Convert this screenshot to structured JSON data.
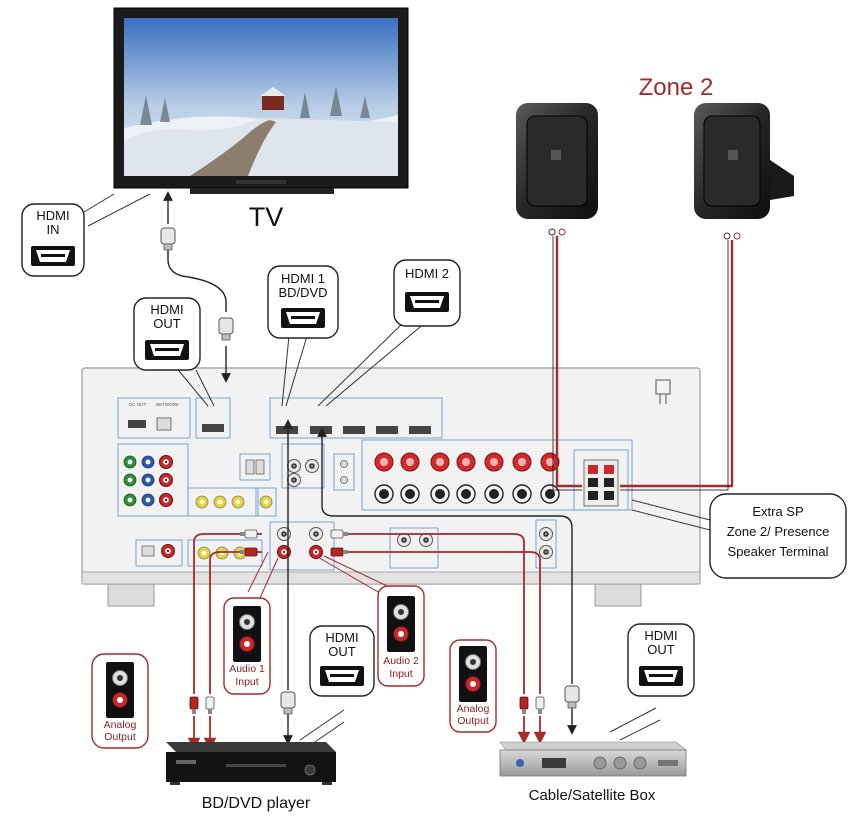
{
  "labels": {
    "tv": "TV",
    "zone2": "Zone 2",
    "bd_player": "BD/DVD player",
    "cable_box": "Cable/Satellite Box"
  },
  "callouts": {
    "hdmi_in": [
      "HDMI",
      "IN"
    ],
    "hdmi_out_receiver": [
      "HDMI",
      "OUT"
    ],
    "hdmi1": [
      "HDMI 1",
      "BD/DVD"
    ],
    "hdmi2": [
      "HDMI 2"
    ],
    "hdmi_out_bd": [
      "HDMI",
      "OUT"
    ],
    "hdmi_out_cable": [
      "HDMI",
      "OUT"
    ],
    "extra_sp": [
      "Extra SP",
      "Zone 2/ Presence",
      "Speaker Terminal"
    ]
  },
  "red_callouts": {
    "audio1": [
      "Audio 1",
      "Input"
    ],
    "audio2": [
      "Audio 2",
      "Input"
    ],
    "analog_bd": [
      "Analog",
      "Output"
    ],
    "analog_cable": [
      "Analog",
      "Output"
    ]
  },
  "colors": {
    "cable_red": "#a52a2a",
    "callout_red": "#8b1c1c",
    "panel_blue": "#6a9fd1",
    "receiver_body": "#f2f2f2"
  }
}
